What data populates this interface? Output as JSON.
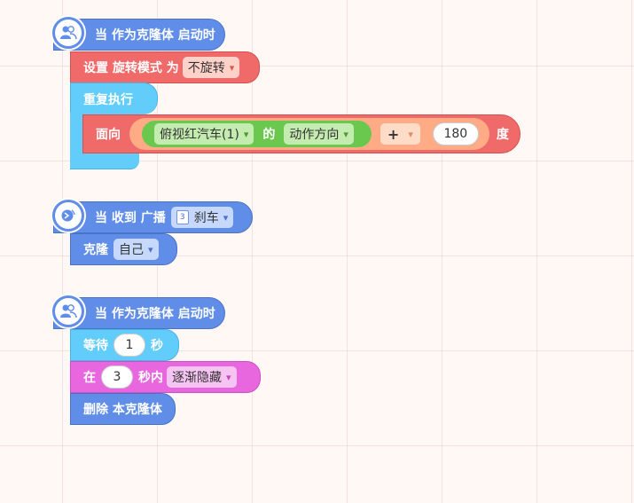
{
  "colors": {
    "event_blue": "#5f8de8",
    "motion_red": "#f06a6a",
    "control_cyan": "#62cdfa",
    "looks_pink": "#e867df",
    "sensing_green": "#6bc84e",
    "operator_orange": "#ffab86"
  },
  "script1": {
    "hat": {
      "icon": "clone-users-icon",
      "label": "当 作为克隆体 启动时"
    },
    "set_rotation": {
      "label": "设置 旋转模式 为",
      "value": "不旋转"
    },
    "repeat": {
      "label": "重复执行"
    },
    "point_dir": {
      "label": "面向",
      "sprite": "俯视红汽车(1)",
      "of": "的",
      "attribute": "动作方向",
      "operator": "+",
      "number": "180",
      "unit": "度"
    }
  },
  "script2": {
    "hat": {
      "icon": "broadcast-icon",
      "label": "当 收到 广播",
      "badge": "3",
      "message": "刹车"
    },
    "clone": {
      "label": "克隆",
      "value": "自己"
    }
  },
  "script3": {
    "hat": {
      "icon": "clone-users-icon",
      "label": "当 作为克隆体 启动时"
    },
    "wait": {
      "label": "等待",
      "value": "1",
      "unit": "秒"
    },
    "fade": {
      "prefix": "在",
      "value": "3",
      "middle": "秒内",
      "effect": "逐渐隐藏"
    },
    "delete": {
      "label": "删除 本克隆体"
    }
  }
}
